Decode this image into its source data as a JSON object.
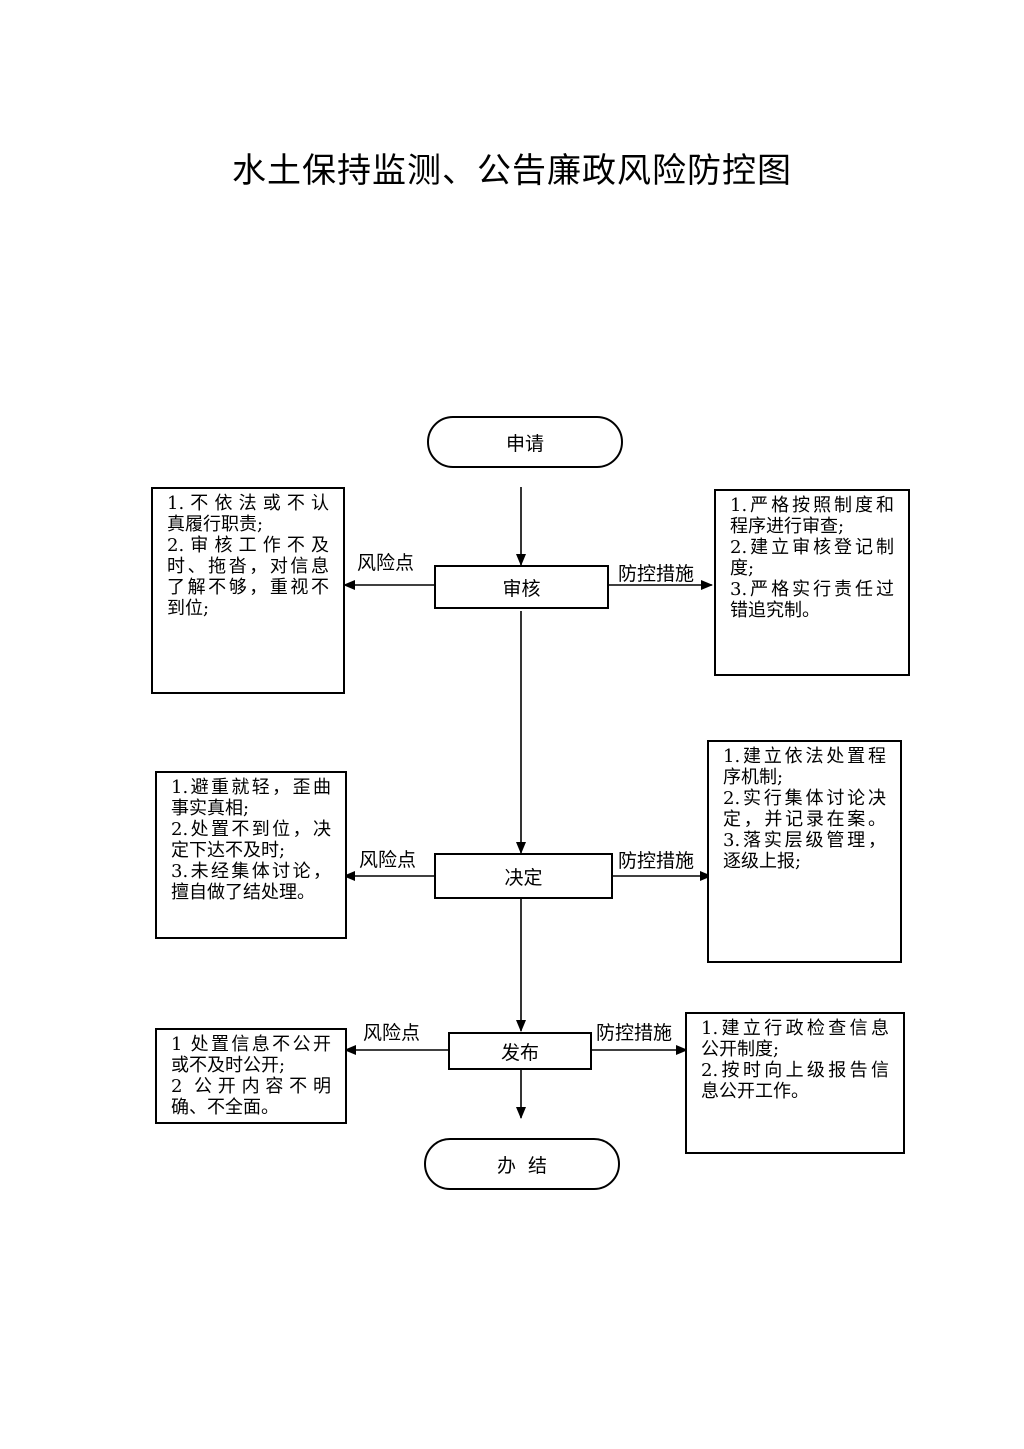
{
  "title": "水土保持监测、公告廉政风险防控图",
  "nodes": {
    "start": "申请",
    "review": "审核",
    "decide": "决定",
    "publish": "发布",
    "end": "办  结"
  },
  "labels": {
    "risk": "风险点",
    "control": "防控措施"
  },
  "review_risks": [
    "1.不依法或不认",
    "真履行职责;",
    "2.审核工作不及",
    "时、拖沓，对信息",
    "了解不够，重视不",
    "到位;"
  ],
  "review_controls": [
    "1.严格按照制度和",
    "程序进行审查;",
    "2.建立审核登记制",
    "度;",
    "3.严格实行责任过",
    "错追究制。"
  ],
  "decide_risks": [
    "1.避重就轻，歪曲",
    "事实真相;",
    "2.处置不到位，决",
    "定下达不及时;",
    "3.未经集体讨论，",
    "擅自做了结处理。"
  ],
  "decide_controls": [
    "1.建立依法处置程",
    "序机制;",
    "2.实行集体讨论决",
    "定，并记录在案。",
    "3.落实层级管理，",
    "逐级上报;"
  ],
  "publish_risks": [
    "1 处置信息不公开",
    "或不及时公开;",
    "2 公开内容不明",
    "确、不全面。"
  ],
  "publish_controls": [
    "1.建立行政检查信息",
    "公开制度;",
    "2.按时向上级报告信",
    "息公开工作。"
  ]
}
